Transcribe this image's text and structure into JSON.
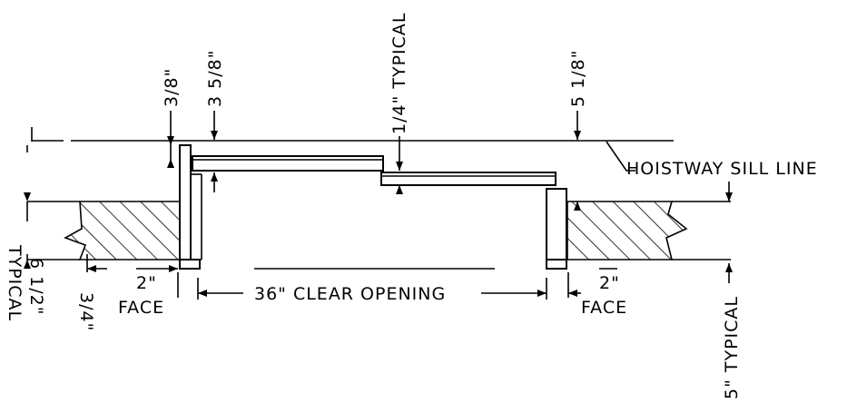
{
  "labels": {
    "dim_three_eighths": "3/8\"",
    "dim_three_five_eighths": "3 5/8\"",
    "dim_quarter_typical": "1/4\" TYPICAL",
    "dim_five_eighth": "5 1/8\"",
    "hoistway_sill_line": "HOISTWAY SILL LINE",
    "dim_six_half": "6 1/2\"",
    "typical_left": "TYPICAL",
    "dim_three_quarter": "3/4\"",
    "dim_two_left": "2\"",
    "face_left": "FACE",
    "clear_opening": "36\" CLEAR OPENING",
    "dim_two_right": "2\"",
    "face_right": "FACE",
    "dim_five_typical": "5\" TYPICAL"
  }
}
